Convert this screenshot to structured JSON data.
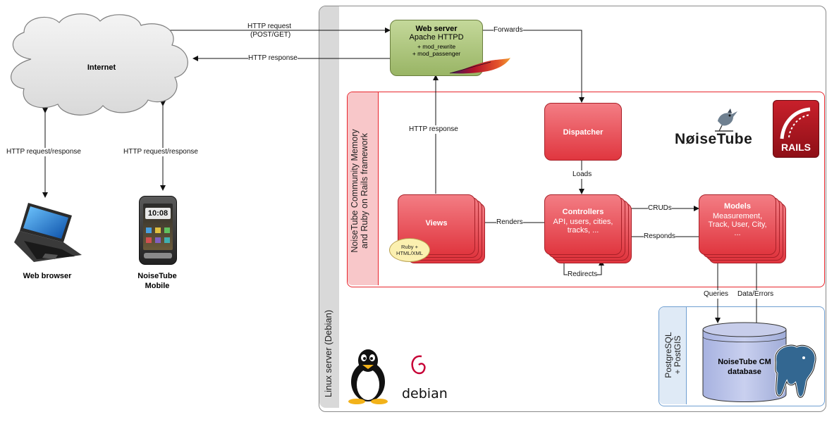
{
  "colors": {
    "linux_band": "#d9d9d9",
    "rails_border": "#e8252c",
    "rails_band": "#f8c7c9",
    "red_box": "#e84048",
    "webserver": "#a8c27a",
    "pg_border": "#6f9fd1"
  },
  "internet": {
    "label": "Internet"
  },
  "clients": {
    "web_browser": "Web browser",
    "mobile_line1": "NoiseTube",
    "mobile_line2": "Mobile",
    "phone_time": "10:08"
  },
  "webserver": {
    "title": "Web server",
    "subtitle": "Apache HTTPD",
    "mod1": "+ mod_rewrite",
    "mod2": "+ mod_passenger"
  },
  "labels": {
    "http_request_1": "HTTP request",
    "http_request_2": "(POST/GET)",
    "http_response_top": "HTTP response",
    "http_req_resp_left": "HTTP request/response",
    "http_req_resp_right": "HTTP request/response",
    "forwards": "Forwards",
    "http_response_views": "HTTP response",
    "loads": "Loads",
    "renders": "Renders",
    "cruds": "CRUDs",
    "responds": "Responds",
    "redirects": "Redirects",
    "queries": "Queries",
    "data_errors": "Data/Errors"
  },
  "linux": {
    "label": "Linux server (Debian)",
    "debian_word": "debian"
  },
  "rails": {
    "band_line1": "NoiseTube Community Memory",
    "band_line2": "and Ruby on Rails framework",
    "rails_logo_text": "RAILS",
    "noisetube_logo": "NøiseTube"
  },
  "dispatcher": {
    "title": "Dispatcher"
  },
  "views": {
    "title": "Views",
    "bubble_1": "Ruby +",
    "bubble_2": "HTML/XML"
  },
  "controllers": {
    "title": "Controllers",
    "body_1": "API, users, cities,",
    "body_2": "tracks, ..."
  },
  "models": {
    "title": "Models",
    "body_1": "Measurement,",
    "body_2": "Track, User, City,",
    "body_3": "..."
  },
  "postgres": {
    "band_line1": "PostgreSQL",
    "band_line2": "+ PostGIS",
    "db_line1": "NoiseTube CM",
    "db_line2": "database"
  }
}
